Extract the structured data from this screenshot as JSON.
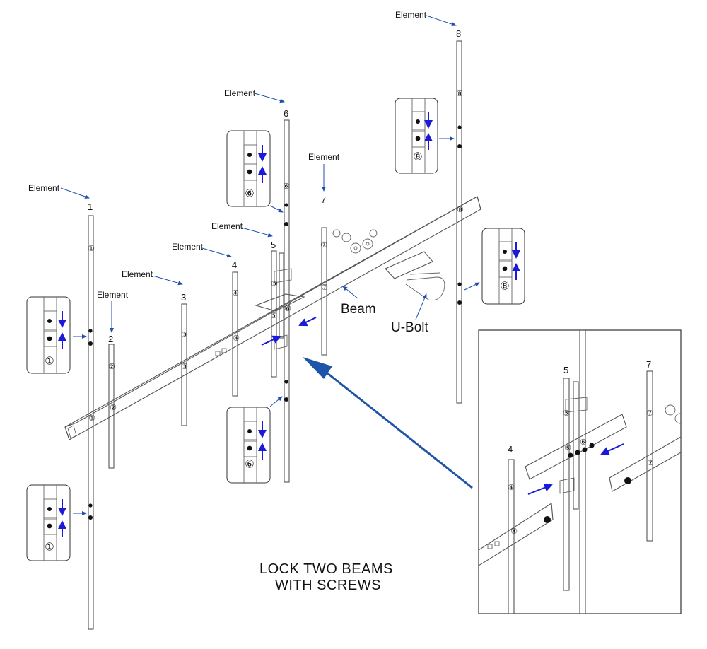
{
  "element_label": "Element",
  "element_numbers": [
    "1",
    "2",
    "3",
    "4",
    "5",
    "6",
    "7",
    "8"
  ],
  "rod_markers": [
    "①",
    "②",
    "③",
    "④",
    "⑤",
    "⑥",
    "⑦",
    "⑧"
  ],
  "callout_markers": {
    "one": "①",
    "six": "⑥",
    "eight": "⑧"
  },
  "beam_label": "Beam",
  "ubolt_label": "U-Bolt",
  "title_line1": "LOCK TWO BEAMS",
  "title_line2": "WITH SCREWS",
  "inset_numbers": {
    "four": "4",
    "five": "5",
    "seven": "7"
  },
  "inset_markers": {
    "four": "④",
    "five": "⑤",
    "six": "⑥",
    "seven": "⑦"
  },
  "colors": {
    "arrow_blue": "#1a1ad8",
    "pointer_blue": "#1f4fb0",
    "big_arrow": "#1f55a8",
    "line": "#555555"
  }
}
